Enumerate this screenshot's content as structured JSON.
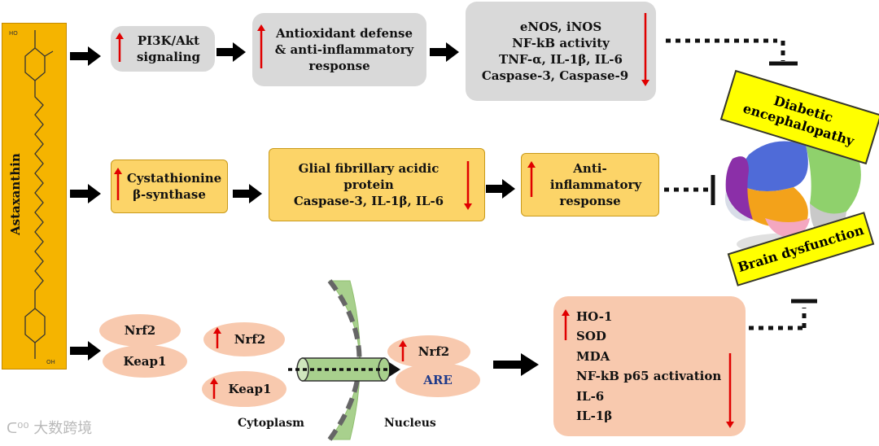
{
  "side_label": "Astaxanthin",
  "row1": {
    "box1": "PI3K/Akt signaling",
    "box2": [
      "Antioxidant defense",
      "& anti-inflammatory",
      "response"
    ],
    "box3": [
      "eNOS, iNOS",
      "NF-kB activity",
      "TNF-α, IL-1β, IL-6",
      "Caspase-3, Caspase-9"
    ]
  },
  "row2": {
    "box1": [
      "Cystathionine",
      "β-synthase"
    ],
    "box2": [
      "Glial fibrillary acidic",
      "protein",
      "Caspase-3, IL-1β, IL-6"
    ],
    "box3": [
      "Anti-",
      "inflammatory",
      "response"
    ]
  },
  "row3": {
    "oval_nrf2_a": "Nrf2",
    "oval_keap1_a": "Keap1",
    "oval_nrf2_b": "Nrf2",
    "oval_keap1_b": "Keap1",
    "oval_nrf2_c": "Nrf2",
    "oval_are": "ARE",
    "cytoplasm": "Cytoplasm",
    "nucleus": "Nucleus",
    "box": [
      "HO-1",
      "SOD",
      "MDA",
      "NF-kB p65 activation",
      "IL-6",
      "IL-1β"
    ]
  },
  "outcomes": {
    "top": [
      "Diabetic",
      "encephalopathy"
    ],
    "bottom": "Brain dysfunction"
  },
  "watermark": "大数跨境",
  "colors": {
    "astaxanthin": "#f5b400",
    "gray_box": "#d9d9d9",
    "yellow_box": "#fcd468",
    "pink_box": "#f8c9ae",
    "tag": "#ffff00",
    "membrane": "#a8d08d",
    "arrow_red": "#e00000",
    "are_text": "#1f3a8a"
  }
}
